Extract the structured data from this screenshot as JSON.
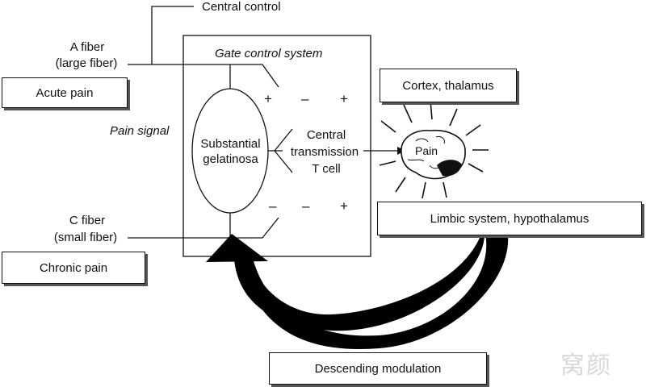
{
  "labels": {
    "central_control": "Central control",
    "a_fiber": "A fiber",
    "a_fiber_sub": "(large fiber)",
    "gate_control": "Gate control system",
    "pain_signal": "Pain signal",
    "substantia_1": "Substantial",
    "substantia_2": "gelatinosa",
    "ct_1": "Central",
    "ct_2": "transmission",
    "ct_3": "T cell",
    "pain": "Pain",
    "c_fiber": "C fiber",
    "c_fiber_sub": "(small fiber)"
  },
  "boxes": {
    "acute_pain": "Acute pain",
    "chronic_pain": "Chronic pain",
    "cortex": "Cortex, thalamus",
    "limbic": "Limbic system, hypothalamus",
    "descending": "Descending modulation"
  },
  "signs": {
    "top": [
      "+",
      "–",
      "+"
    ],
    "bottom": [
      "–",
      "–",
      "+"
    ]
  },
  "watermark": "窝颜",
  "colors": {
    "ink": "#111111",
    "box_shadow": "#555555",
    "watermark": "#d8d8d8"
  }
}
